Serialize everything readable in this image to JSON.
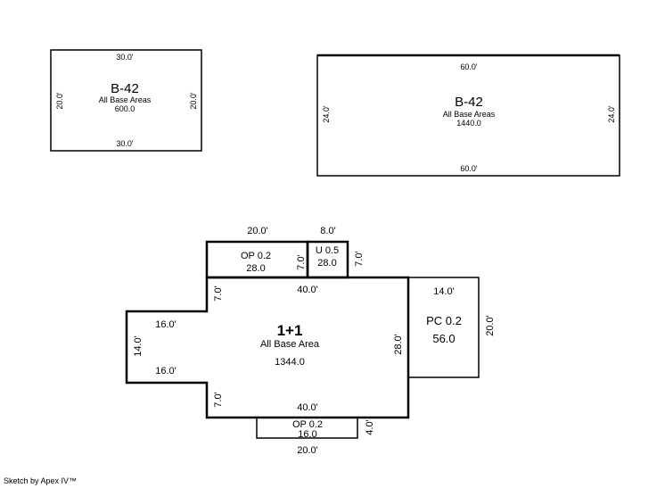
{
  "sketch_a": {
    "top": "30.0'",
    "bottom": "30.0'",
    "left": "20.0'",
    "right": "20.0'",
    "title": "B-42",
    "subtitle": "All Base Areas",
    "area": "600.0"
  },
  "sketch_b": {
    "top": "60.0'",
    "bottom": "60.0'",
    "left": "24.0'",
    "right": "24.0'",
    "title": "B-42",
    "subtitle": "All Base Areas",
    "area": "1440.0"
  },
  "main": {
    "title": "1+1",
    "subtitle": "All Base Area",
    "area": "1344.0",
    "top": "40.0'",
    "bottom": "40.0'",
    "right": "28.0'",
    "notch_top": "7.0'",
    "notch_bottom": "7.0'",
    "wing_top": "16.0'",
    "wing_bottom": "16.0'",
    "wing_left": "14.0'"
  },
  "op_top": {
    "label": "OP 0.2",
    "area": "28.0",
    "width": "20.0'",
    "height": "7.0'"
  },
  "u": {
    "label": "U 0.5",
    "area": "28.0",
    "width": "8.0'",
    "height": "7.0'"
  },
  "pc": {
    "label": "PC 0.2",
    "area": "56.0",
    "width": "14.0'",
    "height": "20.0'"
  },
  "op_bottom": {
    "label": "OP 0.2",
    "area": "16.0",
    "width": "20.0'",
    "height": "4.0'"
  },
  "footer": "Sketch by Apex IV™"
}
